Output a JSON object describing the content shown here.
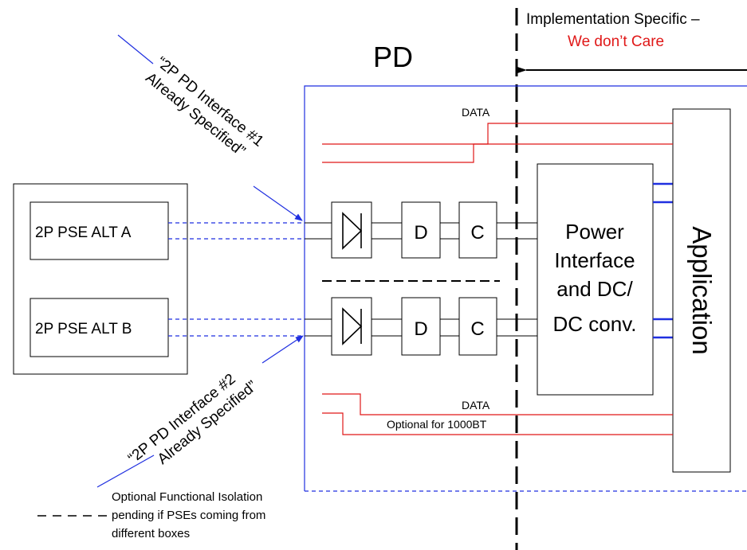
{
  "header": {
    "impl_line1": "Implementation Specific –",
    "impl_line2": "We don’t Care",
    "pd_title": "PD"
  },
  "annotations": {
    "iface1_line1": "“2P PD Interface #1",
    "iface1_line2": "Already Specified”",
    "iface2_line1": "“2P PD Interface #2",
    "iface2_line2": "Already Specified”"
  },
  "pse": {
    "alt_a": "2P PSE ALT A",
    "alt_b": "2P PSE ALT B"
  },
  "blocks": {
    "d_label": "D",
    "c_label": "C",
    "power_line1": "Power",
    "power_line2": "Interface",
    "power_line3": "and DC/",
    "power_line4": "DC conv.",
    "application": "Application"
  },
  "data_labels": {
    "top": "DATA",
    "bottom": "DATA",
    "optional": "Optional for 1000BT"
  },
  "footnote": {
    "line1": "Optional Functional Isolation",
    "line2": "pending if PSEs coming from",
    "line3": "different boxes"
  },
  "colors": {
    "blue": "#1f2fe0",
    "red": "#e01818",
    "black": "#000000"
  }
}
